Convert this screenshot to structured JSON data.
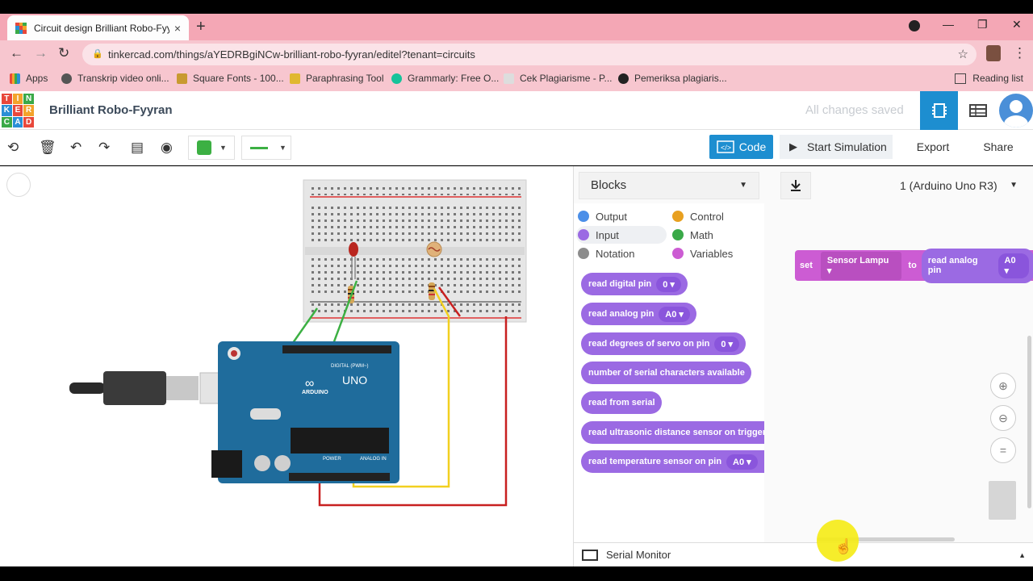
{
  "browser": {
    "tab_title": "Circuit design Brilliant Robo-Fyyran",
    "tab_close": "×",
    "new_tab": "+",
    "url": "tinkercad.com/things/aYEDRBgiNCw-brilliant-robo-fyyran/editel?tenant=circuits",
    "bookmarks": [
      "Apps",
      "Transkrip video onli...",
      "Square Fonts - 100...",
      "Paraphrasing Tool",
      "Grammarly: Free O...",
      "Cek Plagiarisme - P...",
      "Pemeriksa plagiaris..."
    ],
    "reading_list": "Reading list"
  },
  "header": {
    "logo_letters": [
      "T",
      "I",
      "N",
      "K",
      "E",
      "R",
      "C",
      "A",
      "D"
    ],
    "project_name": "Brilliant Robo-Fyyran",
    "save_status": "All changes saved"
  },
  "toolbar": {
    "code_label": "Code",
    "simulate_label": "Start Simulation",
    "export_label": "Export",
    "share_label": "Share",
    "color": "#3cb043"
  },
  "code_panel": {
    "mode": "Blocks",
    "device": "1 (Arduino Uno R3)",
    "categories": [
      {
        "label": "Output",
        "color": "#4b8fe8"
      },
      {
        "label": "Control",
        "color": "#e8a020"
      },
      {
        "label": "Input",
        "color": "#9b6ae3"
      },
      {
        "label": "Math",
        "color": "#3aa948"
      },
      {
        "label": "Notation",
        "color": "#8c8c8c"
      },
      {
        "label": "Variables",
        "color": "#cc5cd3"
      }
    ],
    "blocks": [
      {
        "text": "read digital pin",
        "value": "0"
      },
      {
        "text": "read analog pin",
        "value": "A0"
      },
      {
        "text": "read degrees of servo on pin",
        "value": "0"
      },
      {
        "text": "number of serial characters available",
        "value": ""
      },
      {
        "text": "read from serial",
        "value": ""
      },
      {
        "text": "read ultrasonic distance sensor on trigger p",
        "value": ""
      },
      {
        "text": "read temperature sensor on pin",
        "value": "A0"
      }
    ],
    "set_block": {
      "set": "set",
      "variable": "Sensor Lampu",
      "to": "to",
      "reporter": "read analog pin",
      "pin": "A0"
    },
    "serial_monitor": "Serial Monitor"
  },
  "board": {
    "name": "UNO",
    "brand": "ARDUINO",
    "digital_label": "DIGITAL (PWM~)",
    "analog_label": "ANALOG IN",
    "power_label": "POWER"
  }
}
